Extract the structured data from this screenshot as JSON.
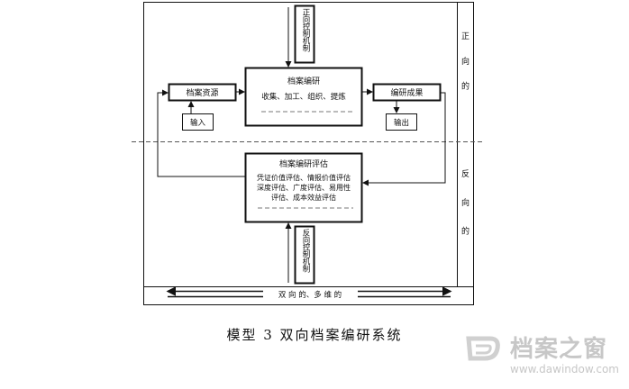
{
  "boxes": {
    "compile_title": "档案编研",
    "compile_body": "收集、加工、组织、提炼",
    "resources": "档案资源",
    "results": "编研成果",
    "input": "输入",
    "output": "输出",
    "eval_title": "档案编研评估",
    "eval_line1": "凭证价值评估、情报价值评估",
    "eval_line2": "深度评估、广度评估、易用性",
    "eval_line3": "评估、成本效益评估",
    "forward_mech": "正向控制机制",
    "reverse_mech": "反向控制机制"
  },
  "side_labels": {
    "forward": "正 向 的",
    "reverse": "反 向 的"
  },
  "bottom_label": "双 向 的、多 维 的",
  "caption": "模型 3   双向档案编研系统",
  "watermark": {
    "title": "档案之窗",
    "url": "www.dawindow.com"
  }
}
